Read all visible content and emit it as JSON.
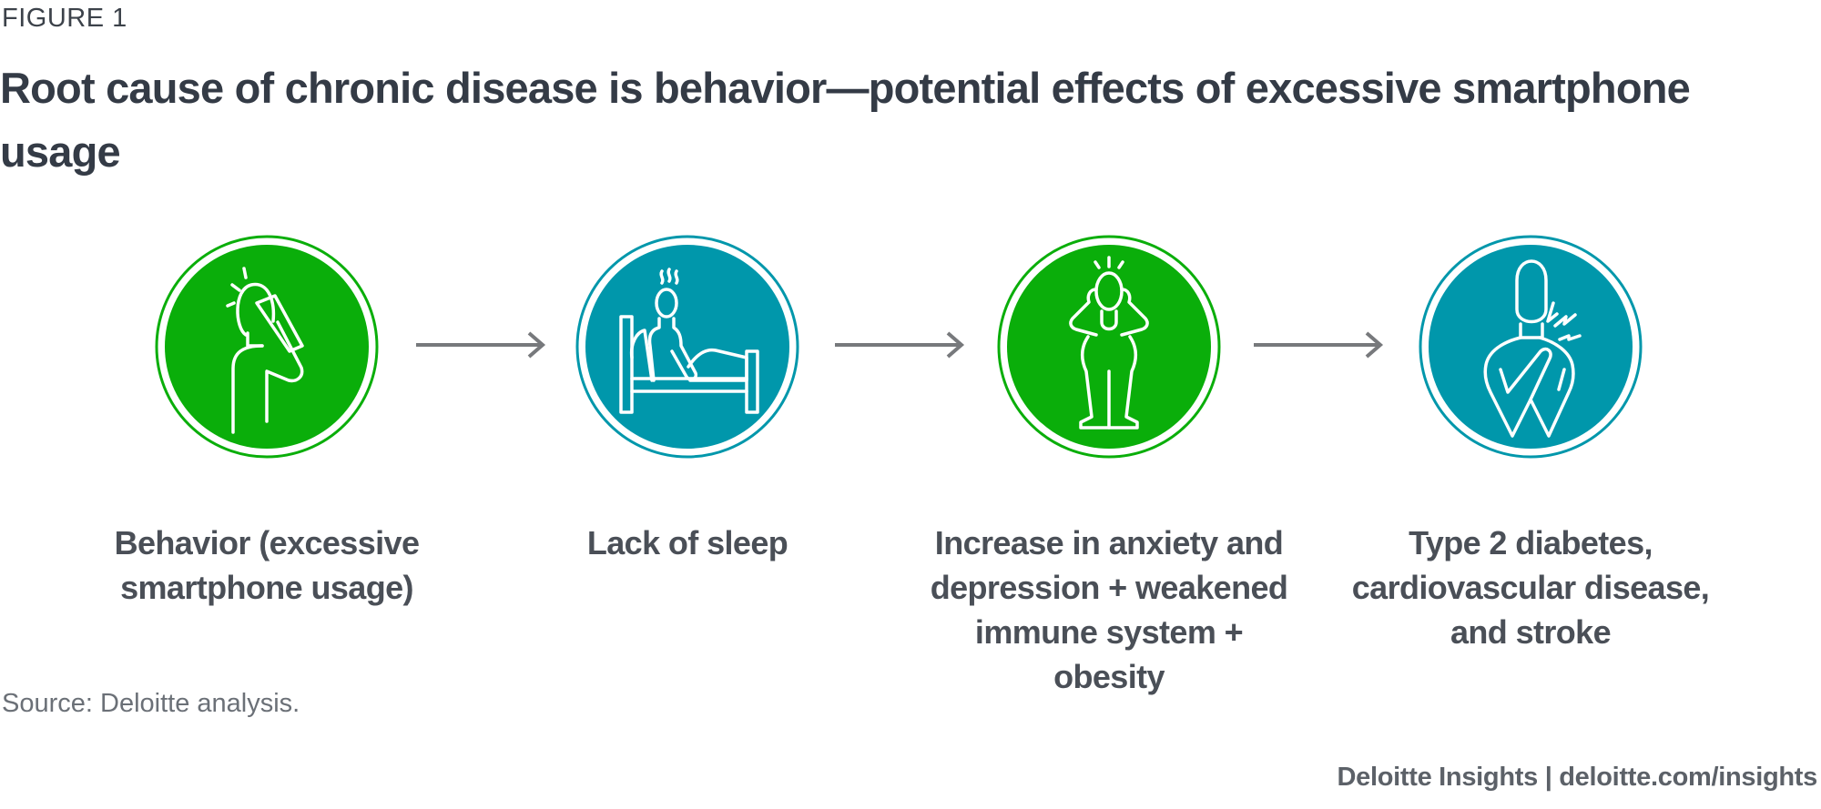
{
  "figure_label": "FIGURE 1",
  "title": "Root cause of chronic disease is behavior—potential effects of excessive smartphone usage",
  "colors": {
    "green": "#0aae0a",
    "teal": "#0097ab",
    "arrow": "#77797c"
  },
  "steps": [
    {
      "icon": "person-on-phone-icon",
      "label": "Behavior (excessive smartphone usage)",
      "color": "green"
    },
    {
      "icon": "person-in-bed-icon",
      "label": "Lack of sleep",
      "color": "teal"
    },
    {
      "icon": "stressed-person-icon",
      "label": "Increase in anxiety and depression + weakened immune system + obesity",
      "color": "green"
    },
    {
      "icon": "person-chest-pain-icon",
      "label": "Type 2 diabetes, cardiovascular disease, and stroke",
      "color": "teal"
    }
  ],
  "source": "Source: Deloitte analysis.",
  "footer": "Deloitte Insights | deloitte.com/insights"
}
